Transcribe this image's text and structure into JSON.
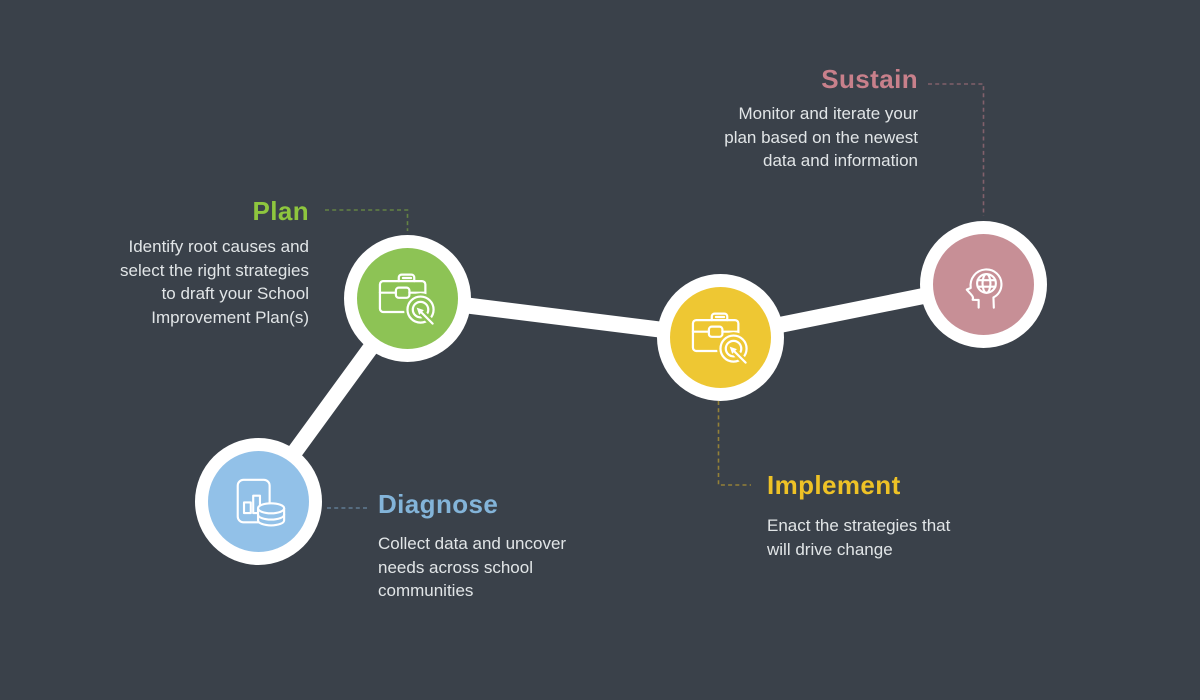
{
  "background_color": "#3a414a",
  "line_color": "#ffffff",
  "icon_color": "#ffffff",
  "text_color": "#e1e5e7",
  "steps": [
    {
      "id": "diagnose",
      "title": "Diagnose",
      "title_color": "#83b4d9",
      "circle_color": "#92c1e8",
      "icon": "chart-database-icon",
      "desc_lines": [
        "Collect data and uncover",
        "needs across school",
        "communities"
      ]
    },
    {
      "id": "plan",
      "title": "Plan",
      "title_color": "#8ec63e",
      "circle_color": "#8dc355",
      "icon": "briefcase-target-icon",
      "desc_lines": [
        "Identify root causes and",
        "select the right strategies",
        "to draft your School",
        "Improvement Plan(s)"
      ]
    },
    {
      "id": "implement",
      "title": "Implement",
      "title_color": "#eec226",
      "circle_color": "#eec733",
      "icon": "briefcase-target-icon",
      "desc_lines": [
        "Enact the strategies that",
        "will drive change"
      ]
    },
    {
      "id": "sustain",
      "title": "Sustain",
      "title_color": "#c8808b",
      "circle_color": "#c78f96",
      "icon": "head-globe-icon",
      "desc_lines": [
        "Monitor and iterate your",
        "plan based on the newest",
        "data and information"
      ]
    }
  ]
}
